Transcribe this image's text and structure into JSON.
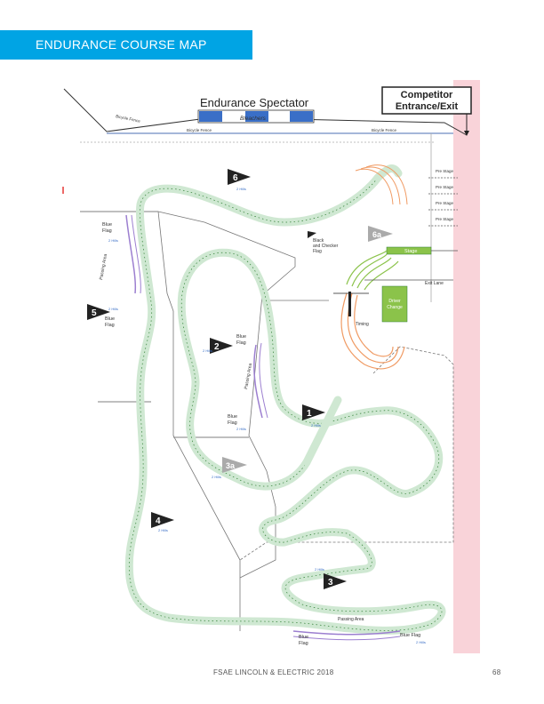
{
  "header": {
    "section_title": "ENDURANCE COURSE MAP"
  },
  "footer": {
    "event_name": "FSAE LINCOLN & ELECTRIC 2018",
    "page_number": "68"
  },
  "map": {
    "spectator_area_title": "Endurance Spectator",
    "bleachers_label": "Bleachers",
    "competitor_gate_line1": "Competitor",
    "competitor_gate_line2": "Entrance/Exit",
    "bicycle_fence_label": "Bicycle Fence",
    "stage_label": "Stage",
    "exit_lane_label": "Exit Lane",
    "driver_change_line1": "Driver",
    "driver_change_line2": "Change",
    "timing_label": "Timing",
    "passing_area_label": "Passing Area",
    "blue_flag_line1": "Blue",
    "blue_flag_line2": "Flag",
    "blue_flag_station_label": "Blue Flag",
    "checker_line1": "Black",
    "checker_line2": "and Checker",
    "checker_line3": "Flag",
    "pre_stage_label": "Pre Stage",
    "flag_number_label": "2 Hills",
    "corner_markers": [
      "1",
      "2",
      "3",
      "3a",
      "4",
      "5",
      "6",
      "6a"
    ],
    "colors": {
      "track_fill": "#cfe8d2",
      "track_edge": "#2e7d32",
      "paddock_lanes": "#8bc34a",
      "stage_lanes": "#f09b64",
      "passing_area": "#9c7fd0",
      "boundary_strip": "#f9d3d9",
      "gate_marker": "#5b8fd6"
    }
  }
}
